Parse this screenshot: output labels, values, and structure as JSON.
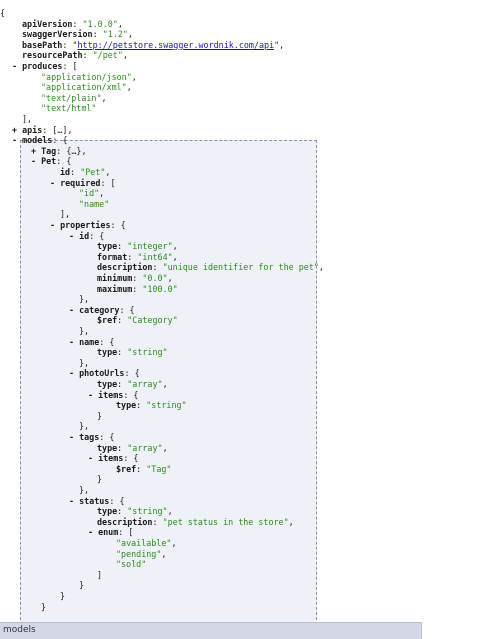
{
  "lines": [
    {
      "i": 0,
      "parts": [
        {
          "c": "p",
          "t": "{"
        }
      ]
    },
    {
      "i": 22,
      "parts": [
        {
          "c": "k",
          "t": "apiVersion"
        },
        {
          "c": "p",
          "t": ": "
        },
        {
          "c": "str",
          "t": "\"1.0.0\""
        },
        {
          "c": "p",
          "t": ","
        }
      ]
    },
    {
      "i": 22,
      "parts": [
        {
          "c": "k",
          "t": "swaggerVersion"
        },
        {
          "c": "p",
          "t": ": "
        },
        {
          "c": "str",
          "t": "\"1.2\""
        },
        {
          "c": "p",
          "t": ","
        }
      ]
    },
    {
      "i": 22,
      "parts": [
        {
          "c": "k",
          "t": "basePath"
        },
        {
          "c": "p",
          "t": ": \""
        },
        {
          "c": "lnk",
          "t": "http://petstore.swagger.wordnik.com/api"
        },
        {
          "c": "p",
          "t": "\","
        }
      ]
    },
    {
      "i": 22,
      "parts": [
        {
          "c": "k",
          "t": "resourcePath"
        },
        {
          "c": "p",
          "t": ": "
        },
        {
          "c": "str",
          "t": "\"/pet\""
        },
        {
          "c": "p",
          "t": ","
        }
      ]
    },
    {
      "i": 12,
      "parts": [
        {
          "c": "tg",
          "t": "- "
        },
        {
          "c": "k",
          "t": "produces"
        },
        {
          "c": "p",
          "t": ": ["
        }
      ]
    },
    {
      "i": 41,
      "parts": [
        {
          "c": "str",
          "t": "\"application/json\""
        },
        {
          "c": "p",
          "t": ","
        }
      ]
    },
    {
      "i": 41,
      "parts": [
        {
          "c": "str",
          "t": "\"application/xml\""
        },
        {
          "c": "p",
          "t": ","
        }
      ]
    },
    {
      "i": 41,
      "parts": [
        {
          "c": "str",
          "t": "\"text/plain\""
        },
        {
          "c": "p",
          "t": ","
        }
      ]
    },
    {
      "i": 41,
      "parts": [
        {
          "c": "str",
          "t": "\"text/html\""
        }
      ]
    },
    {
      "i": 22,
      "parts": [
        {
          "c": "p",
          "t": "],"
        }
      ]
    },
    {
      "i": 12,
      "parts": [
        {
          "c": "tg",
          "t": "+ "
        },
        {
          "c": "k",
          "t": "apis"
        },
        {
          "c": "p",
          "t": ": […],"
        }
      ]
    },
    {
      "i": 12,
      "parts": [
        {
          "c": "tg",
          "t": "- "
        },
        {
          "c": "k",
          "t": "models"
        },
        {
          "c": "p",
          "t": ": {"
        }
      ]
    },
    {
      "i": 31,
      "parts": [
        {
          "c": "tg",
          "t": "+ "
        },
        {
          "c": "k",
          "t": "Tag"
        },
        {
          "c": "p",
          "t": ": {…},"
        }
      ]
    },
    {
      "i": 31,
      "parts": [
        {
          "c": "tg",
          "t": "- "
        },
        {
          "c": "k",
          "t": "Pet"
        },
        {
          "c": "p",
          "t": ": {"
        }
      ]
    },
    {
      "i": 60,
      "parts": [
        {
          "c": "k",
          "t": "id"
        },
        {
          "c": "p",
          "t": ": "
        },
        {
          "c": "str",
          "t": "\"Pet\""
        },
        {
          "c": "p",
          "t": ","
        }
      ]
    },
    {
      "i": 50,
      "parts": [
        {
          "c": "tg",
          "t": "- "
        },
        {
          "c": "k",
          "t": "required"
        },
        {
          "c": "p",
          "t": ": ["
        }
      ]
    },
    {
      "i": 79,
      "parts": [
        {
          "c": "str",
          "t": "\"id\""
        },
        {
          "c": "p",
          "t": ","
        }
      ]
    },
    {
      "i": 79,
      "parts": [
        {
          "c": "str",
          "t": "\"name\""
        }
      ]
    },
    {
      "i": 60,
      "parts": [
        {
          "c": "p",
          "t": "],"
        }
      ]
    },
    {
      "i": 50,
      "parts": [
        {
          "c": "tg",
          "t": "- "
        },
        {
          "c": "k",
          "t": "properties"
        },
        {
          "c": "p",
          "t": ": {"
        }
      ]
    },
    {
      "i": 69,
      "parts": [
        {
          "c": "tg",
          "t": "- "
        },
        {
          "c": "k",
          "t": "id"
        },
        {
          "c": "p",
          "t": ": {"
        }
      ]
    },
    {
      "i": 97,
      "parts": [
        {
          "c": "k",
          "t": "type"
        },
        {
          "c": "p",
          "t": ": "
        },
        {
          "c": "str",
          "t": "\"integer\""
        },
        {
          "c": "p",
          "t": ","
        }
      ]
    },
    {
      "i": 97,
      "parts": [
        {
          "c": "k",
          "t": "format"
        },
        {
          "c": "p",
          "t": ": "
        },
        {
          "c": "str",
          "t": "\"int64\""
        },
        {
          "c": "p",
          "t": ","
        }
      ]
    },
    {
      "i": 97,
      "parts": [
        {
          "c": "k",
          "t": "description"
        },
        {
          "c": "p",
          "t": ": "
        },
        {
          "c": "str",
          "t": "\"unique identifier for the pet\""
        },
        {
          "c": "p",
          "t": ","
        }
      ]
    },
    {
      "i": 97,
      "parts": [
        {
          "c": "k",
          "t": "minimum"
        },
        {
          "c": "p",
          "t": ": "
        },
        {
          "c": "str",
          "t": "\"0.0\""
        },
        {
          "c": "p",
          "t": ","
        }
      ]
    },
    {
      "i": 97,
      "parts": [
        {
          "c": "k",
          "t": "maximum"
        },
        {
          "c": "p",
          "t": ": "
        },
        {
          "c": "str",
          "t": "\"100.0\""
        }
      ]
    },
    {
      "i": 79,
      "parts": [
        {
          "c": "p",
          "t": "},"
        }
      ]
    },
    {
      "i": 69,
      "parts": [
        {
          "c": "tg",
          "t": "- "
        },
        {
          "c": "k",
          "t": "category"
        },
        {
          "c": "p",
          "t": ": {"
        }
      ]
    },
    {
      "i": 97,
      "parts": [
        {
          "c": "k",
          "t": "$ref"
        },
        {
          "c": "p",
          "t": ": "
        },
        {
          "c": "str",
          "t": "\"Category\""
        }
      ]
    },
    {
      "i": 79,
      "parts": [
        {
          "c": "p",
          "t": "},"
        }
      ]
    },
    {
      "i": 69,
      "parts": [
        {
          "c": "tg",
          "t": "- "
        },
        {
          "c": "k",
          "t": "name"
        },
        {
          "c": "p",
          "t": ": {"
        }
      ]
    },
    {
      "i": 97,
      "parts": [
        {
          "c": "k",
          "t": "type"
        },
        {
          "c": "p",
          "t": ": "
        },
        {
          "c": "str",
          "t": "\"string\""
        }
      ]
    },
    {
      "i": 79,
      "parts": [
        {
          "c": "p",
          "t": "},"
        }
      ]
    },
    {
      "i": 69,
      "parts": [
        {
          "c": "tg",
          "t": "- "
        },
        {
          "c": "k",
          "t": "photoUrls"
        },
        {
          "c": "p",
          "t": ": {"
        }
      ]
    },
    {
      "i": 97,
      "parts": [
        {
          "c": "k",
          "t": "type"
        },
        {
          "c": "p",
          "t": ": "
        },
        {
          "c": "str",
          "t": "\"array\""
        },
        {
          "c": "p",
          "t": ","
        }
      ]
    },
    {
      "i": 88,
      "parts": [
        {
          "c": "tg",
          "t": "- "
        },
        {
          "c": "k",
          "t": "items"
        },
        {
          "c": "p",
          "t": ": {"
        }
      ]
    },
    {
      "i": 116,
      "parts": [
        {
          "c": "k",
          "t": "type"
        },
        {
          "c": "p",
          "t": ": "
        },
        {
          "c": "str",
          "t": "\"string\""
        }
      ]
    },
    {
      "i": 97,
      "parts": [
        {
          "c": "p",
          "t": "}"
        }
      ]
    },
    {
      "i": 79,
      "parts": [
        {
          "c": "p",
          "t": "},"
        }
      ]
    },
    {
      "i": 69,
      "parts": [
        {
          "c": "tg",
          "t": "- "
        },
        {
          "c": "k",
          "t": "tags"
        },
        {
          "c": "p",
          "t": ": {"
        }
      ]
    },
    {
      "i": 97,
      "parts": [
        {
          "c": "k",
          "t": "type"
        },
        {
          "c": "p",
          "t": ": "
        },
        {
          "c": "str",
          "t": "\"array\""
        },
        {
          "c": "p",
          "t": ","
        }
      ]
    },
    {
      "i": 88,
      "parts": [
        {
          "c": "tg",
          "t": "- "
        },
        {
          "c": "k",
          "t": "items"
        },
        {
          "c": "p",
          "t": ": {"
        }
      ]
    },
    {
      "i": 116,
      "parts": [
        {
          "c": "k",
          "t": "$ref"
        },
        {
          "c": "p",
          "t": ": "
        },
        {
          "c": "str",
          "t": "\"Tag\""
        }
      ]
    },
    {
      "i": 97,
      "parts": [
        {
          "c": "p",
          "t": "}"
        }
      ]
    },
    {
      "i": 79,
      "parts": [
        {
          "c": "p",
          "t": "},"
        }
      ]
    },
    {
      "i": 69,
      "parts": [
        {
          "c": "tg",
          "t": "- "
        },
        {
          "c": "k",
          "t": "status"
        },
        {
          "c": "p",
          "t": ": {"
        }
      ]
    },
    {
      "i": 97,
      "parts": [
        {
          "c": "k",
          "t": "type"
        },
        {
          "c": "p",
          "t": ": "
        },
        {
          "c": "str",
          "t": "\"string\""
        },
        {
          "c": "p",
          "t": ","
        }
      ]
    },
    {
      "i": 97,
      "parts": [
        {
          "c": "k",
          "t": "description"
        },
        {
          "c": "p",
          "t": ": "
        },
        {
          "c": "str",
          "t": "\"pet status in the store\""
        },
        {
          "c": "p",
          "t": ","
        }
      ]
    },
    {
      "i": 88,
      "parts": [
        {
          "c": "tg",
          "t": "- "
        },
        {
          "c": "k",
          "t": "enum"
        },
        {
          "c": "p",
          "t": ": ["
        }
      ]
    },
    {
      "i": 116,
      "parts": [
        {
          "c": "str",
          "t": "\"available\""
        },
        {
          "c": "p",
          "t": ","
        }
      ]
    },
    {
      "i": 116,
      "parts": [
        {
          "c": "str",
          "t": "\"pending\""
        },
        {
          "c": "p",
          "t": ","
        }
      ]
    },
    {
      "i": 116,
      "parts": [
        {
          "c": "str",
          "t": "\"sold\""
        }
      ]
    },
    {
      "i": 97,
      "parts": [
        {
          "c": "p",
          "t": "]"
        }
      ]
    },
    {
      "i": 79,
      "parts": [
        {
          "c": "p",
          "t": "}"
        }
      ]
    },
    {
      "i": 60,
      "parts": [
        {
          "c": "p",
          "t": "}"
        }
      ]
    },
    {
      "i": 41,
      "parts": [
        {
          "c": "p",
          "t": "}"
        }
      ]
    }
  ],
  "status_bar": {
    "text": "models"
  },
  "colors": {
    "key": "#1a1a1a",
    "string": "#2e8b1f",
    "link": "#1a1aa6",
    "highlight_bg": "#eef1f7",
    "status_bg": "#d4d8e6"
  }
}
